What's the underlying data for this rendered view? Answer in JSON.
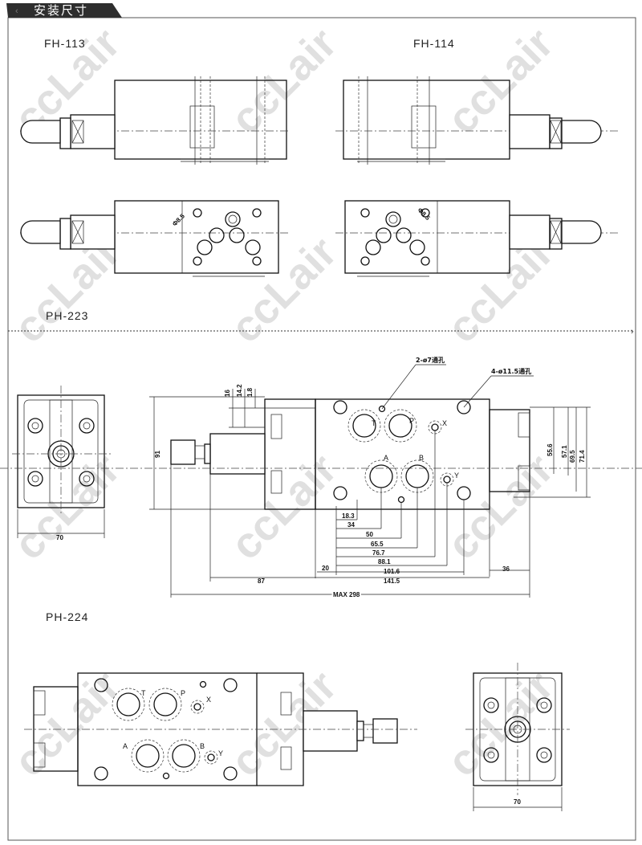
{
  "header": {
    "title": "安装尺寸"
  },
  "sections": {
    "fh113": "FH-113",
    "fh114": "FH-114",
    "ph223": "PH-223",
    "ph224": "PH-224"
  },
  "fh_labels": {
    "hole_dia_113": "Φ8.5",
    "hole_dia_114": "Φ8.5"
  },
  "ph223": {
    "notes": {
      "small_holes": "2-ø7通孔",
      "large_holes": "4-ø11.5通孔"
    },
    "ports": {
      "t": "T",
      "p": "P",
      "x": "X",
      "a": "A",
      "b": "B",
      "y": "Y"
    },
    "end_view_width": "70",
    "dims_vertical_left": {
      "d16": "16",
      "d14_2": "14.2",
      "d1_8": "1.8",
      "d91": "91"
    },
    "dims_vertical_right": {
      "d55_6": "55.6",
      "d57_1": "57.1",
      "d69_5": "69.5",
      "d71_4": "71.4"
    },
    "dims_horizontal": {
      "d18_3": "18.3",
      "d34": "34",
      "d50": "50",
      "d65_5": "65.5",
      "d76_7": "76.7",
      "d88_1": "88.1",
      "d101_6": "101.6",
      "d141_5": "141.5",
      "d20": "20",
      "d87": "87",
      "d36": "36",
      "max": "MAX 298"
    }
  },
  "ph224": {
    "ports": {
      "t": "T",
      "p": "P",
      "x": "X",
      "a": "A",
      "b": "B",
      "y": "Y"
    },
    "end_view_width": "70"
  },
  "watermark": {
    "text": "ccLair"
  }
}
